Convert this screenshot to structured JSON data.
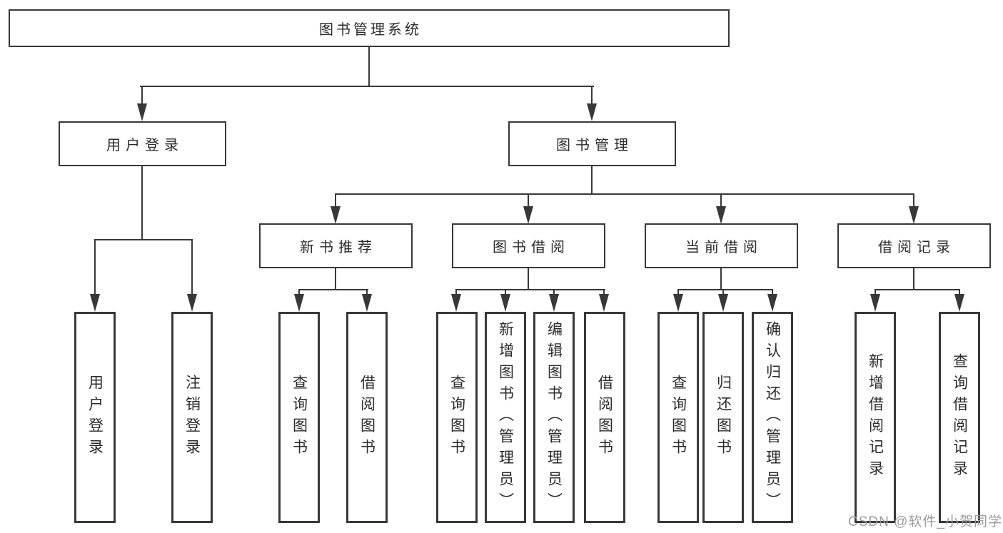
{
  "diagram": {
    "type": "tree",
    "title": "图书管理系统",
    "level2": [
      {
        "label": "用户登录",
        "parent": "图书管理系统"
      },
      {
        "label": "图书管理",
        "parent": "图书管理系统"
      }
    ],
    "level3": [
      {
        "label": "新书推荐",
        "parent": "图书管理"
      },
      {
        "label": "图书借阅",
        "parent": "图书管理"
      },
      {
        "label": "当前借阅",
        "parent": "图书管理"
      },
      {
        "label": "借阅记录",
        "parent": "图书管理"
      }
    ],
    "leaves": [
      {
        "label": "用户登录",
        "parent": "用户登录"
      },
      {
        "label": "注销登录",
        "parent": "用户登录"
      },
      {
        "label": "查询图书",
        "parent": "新书推荐"
      },
      {
        "label": "借阅图书",
        "parent": "新书推荐"
      },
      {
        "label": "查询图书",
        "parent": "图书借阅"
      },
      {
        "label": "新增图书（管理员）",
        "parent": "图书借阅"
      },
      {
        "label": "编辑图书（管理员）",
        "parent": "图书借阅"
      },
      {
        "label": "借阅图书",
        "parent": "图书借阅"
      },
      {
        "label": "查询图书",
        "parent": "当前借阅"
      },
      {
        "label": "归还图书",
        "parent": "当前借阅"
      },
      {
        "label": "确认归还（管理员）",
        "parent": "当前借阅"
      },
      {
        "label": "新增借阅记录",
        "parent": "借阅记录"
      },
      {
        "label": "查询借阅记录",
        "parent": "借阅记录"
      }
    ]
  },
  "watermark": "CSDN @软件_小贺同学",
  "colors": {
    "line": "#383838",
    "text": "#2b2b2b",
    "watermark": "#9c9c9c",
    "background": "#ffffff"
  }
}
